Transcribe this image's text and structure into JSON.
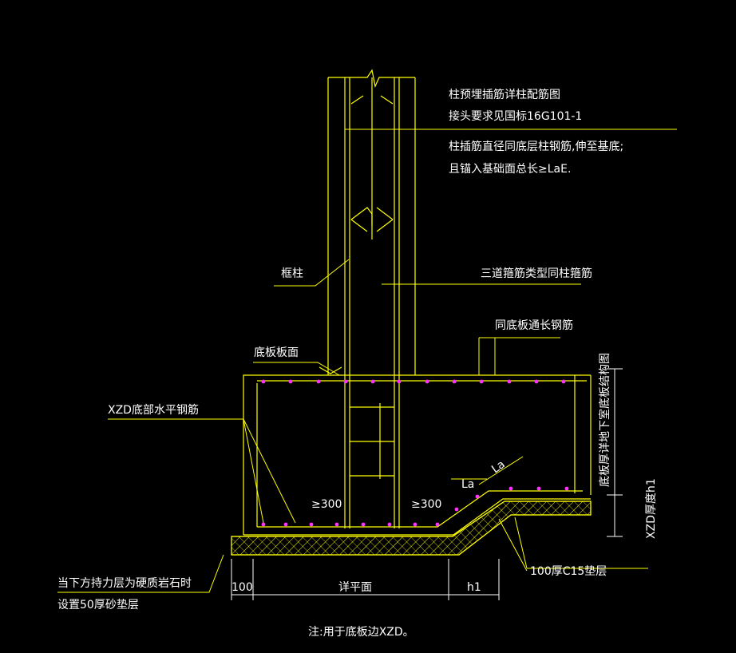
{
  "colors": {
    "background": "#000000",
    "linework": "#ffff00",
    "text": "#ffffff",
    "rebar_dots": "#ff33ff",
    "dimension": "#ffffff"
  },
  "notes": {
    "column_note_1": "柱预埋插筋详柱配筋图",
    "column_note_2": "接头要求见国标16G101-1",
    "column_note_3": "柱插筋直径同底层柱钢筋,伸至基底;",
    "column_note_4": "且锚入基础面总长≥LaE.",
    "stirrups": "三道箍筋类型同柱箍筋",
    "long_bars": "同底板通长钢筋",
    "frame_column": "框柱",
    "slab_top": "底板板面",
    "bottom_bars": "XZD底部水平钢筋",
    "side_note": "底板厚详地下室底板结构图",
    "thickness": "XZD厚度h1",
    "cushion": "100厚C15垫层",
    "rock_note_1": "当下方持力层为硬质岩石时",
    "rock_note_2": "设置50厚砂垫层",
    "ge300_left": "≥300",
    "ge300_right": "≥300",
    "la_1": "La",
    "la_2": "La",
    "footer": "注:用于底板边XZD。"
  },
  "dimensions": {
    "d100": "100",
    "plan": "详平面",
    "h1": "h1"
  }
}
